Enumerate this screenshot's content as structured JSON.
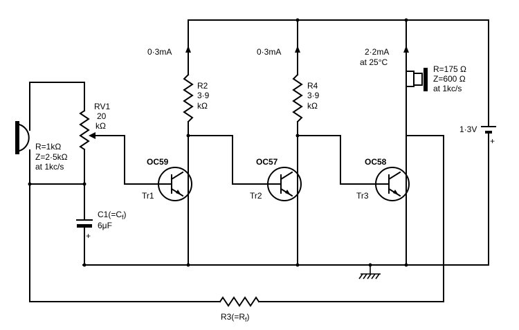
{
  "labels": {
    "i_tr1": "0·3mA",
    "i_tr2": "0·3mA",
    "i_tr3_a": "2·2mA",
    "i_tr3_b": "at 25°C",
    "r2_name": "R2",
    "r2_val": "3·9",
    "r2_unit": "kΩ",
    "r4_name": "R4",
    "r4_val": "3·9",
    "r4_unit": "kΩ",
    "rv1_name": "RV1",
    "rv1_val": "20",
    "rv1_unit": "kΩ",
    "mic_1": "R=1kΩ",
    "mic_2": "Z=2·5kΩ",
    "mic_3": "at 1kc/s",
    "spk_1": "R=175 Ω",
    "spk_2": "Z=600 Ω",
    "spk_3": "at 1kc/s",
    "tr1_type": "OC59",
    "tr1_name": "Tr1",
    "tr2_type": "OC57",
    "tr2_name": "Tr2",
    "tr3_type": "OC58",
    "tr3_name": "Tr3",
    "c1_name": "C1(=C",
    "c1_sub": "f",
    "c1_close": ")",
    "c1_val": "6μF",
    "c1_plus": "+",
    "batt_val": "1·3V",
    "batt_plus": "+",
    "r3_name": "R3(=R",
    "r3_sub": "f",
    "r3_close": ")"
  }
}
